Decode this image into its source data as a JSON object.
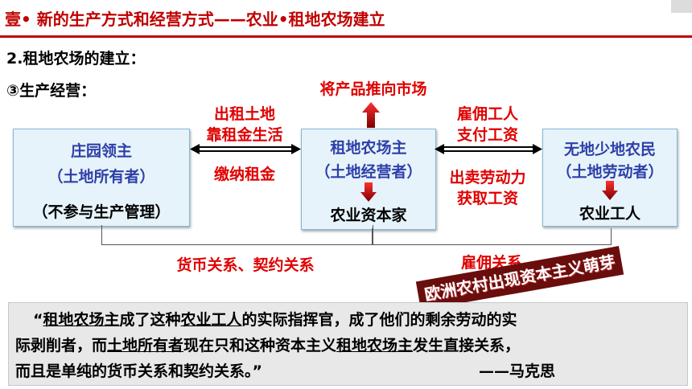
{
  "title": "壹• 新的生产方式和经营方式——农业•租地农场建立",
  "subtitle": "2.租地农场的建立：",
  "section": "③生产经营：",
  "top_label": "将产品推向市场",
  "left_box": {
    "name": "庄园领主",
    "role": "（土地所有者）",
    "note": "（不参与生产管理）"
  },
  "center_box": {
    "name": "租地农场主",
    "role": "（土地经营者）",
    "result": "农业资本家"
  },
  "right_box": {
    "name": "无地少地农民",
    "role": "（土地劳动者）",
    "result": "农业工人"
  },
  "left_arrow": {
    "top1": "出租土地",
    "top2": "靠租金生活",
    "bottom": "缴纳租金"
  },
  "right_arrow": {
    "top1": "雇佣工人",
    "top2": "支付工资",
    "bottom1": "出卖劳动力",
    "bottom2": "获取工资"
  },
  "relation_left": "货币关系、契约关系",
  "relation_right": "雇佣关系",
  "stamp": "欧洲农村出现资本主义萌芽",
  "quote": {
    "l1a": "“",
    "l1b": "租地农场主",
    "l1c": "成了这种",
    "l1d": "农业工人",
    "l1e": "的实际指挥官，成了他们的剩余劳动的实",
    "l2a": "际剥削者，而",
    "l2b": "土地所有者",
    "l2c": "现在只和这种资本主义",
    "l2d": "租地农场主",
    "l2e": "发生直接关系，",
    "l3": "而且是单纯的货币关系和契约关系。”",
    "author": "——马克思"
  },
  "colors": {
    "title": "#c00000",
    "red": "#e00000",
    "blue": "#2e3fa8",
    "box": "#e6f3fa"
  }
}
